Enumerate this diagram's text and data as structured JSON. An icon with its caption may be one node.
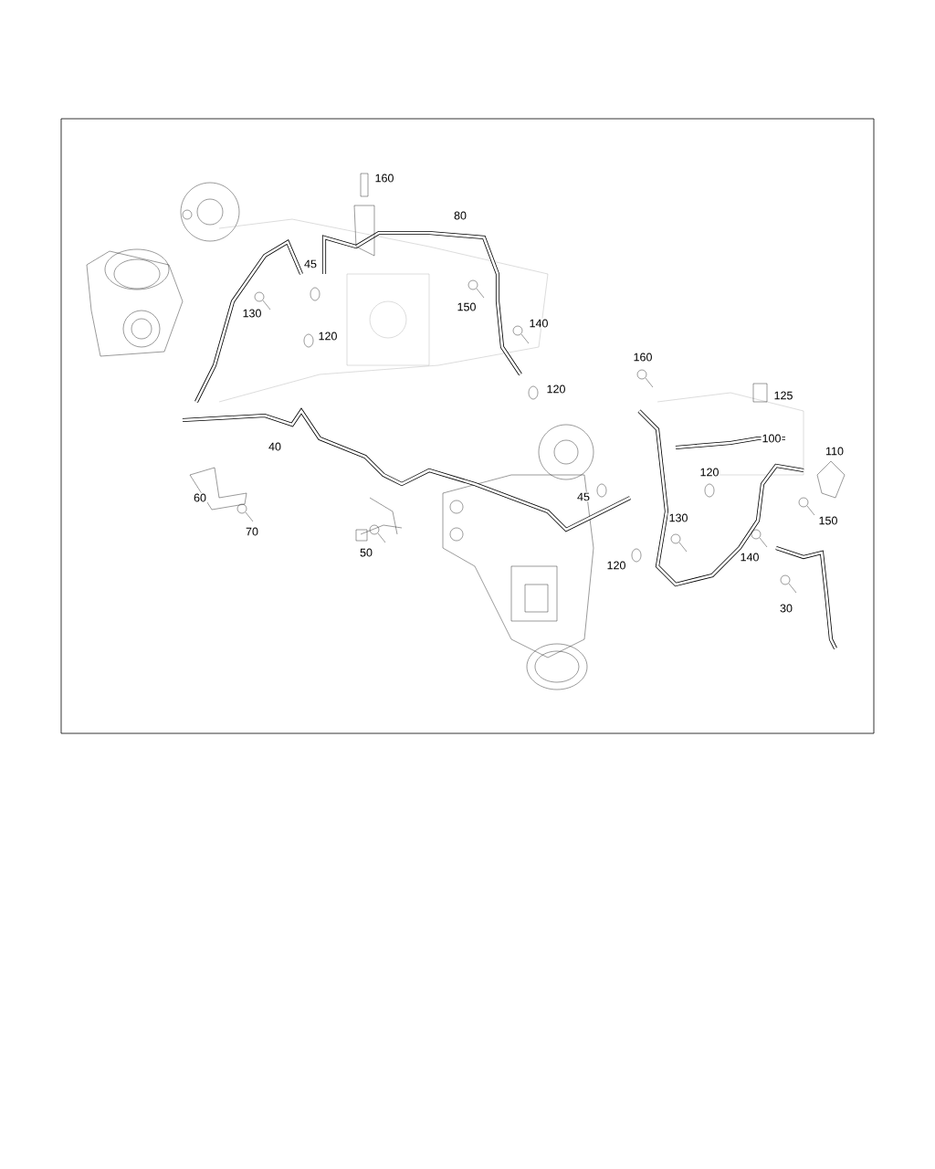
{
  "diagram": {
    "labels": [
      "160",
      "80",
      "45",
      "150",
      "130",
      "140",
      "120",
      "120",
      "160",
      "125",
      "40",
      "100",
      "110",
      "120",
      "60",
      "45",
      "130",
      "150",
      "70",
      "50",
      "140",
      "120",
      "30"
    ]
  }
}
